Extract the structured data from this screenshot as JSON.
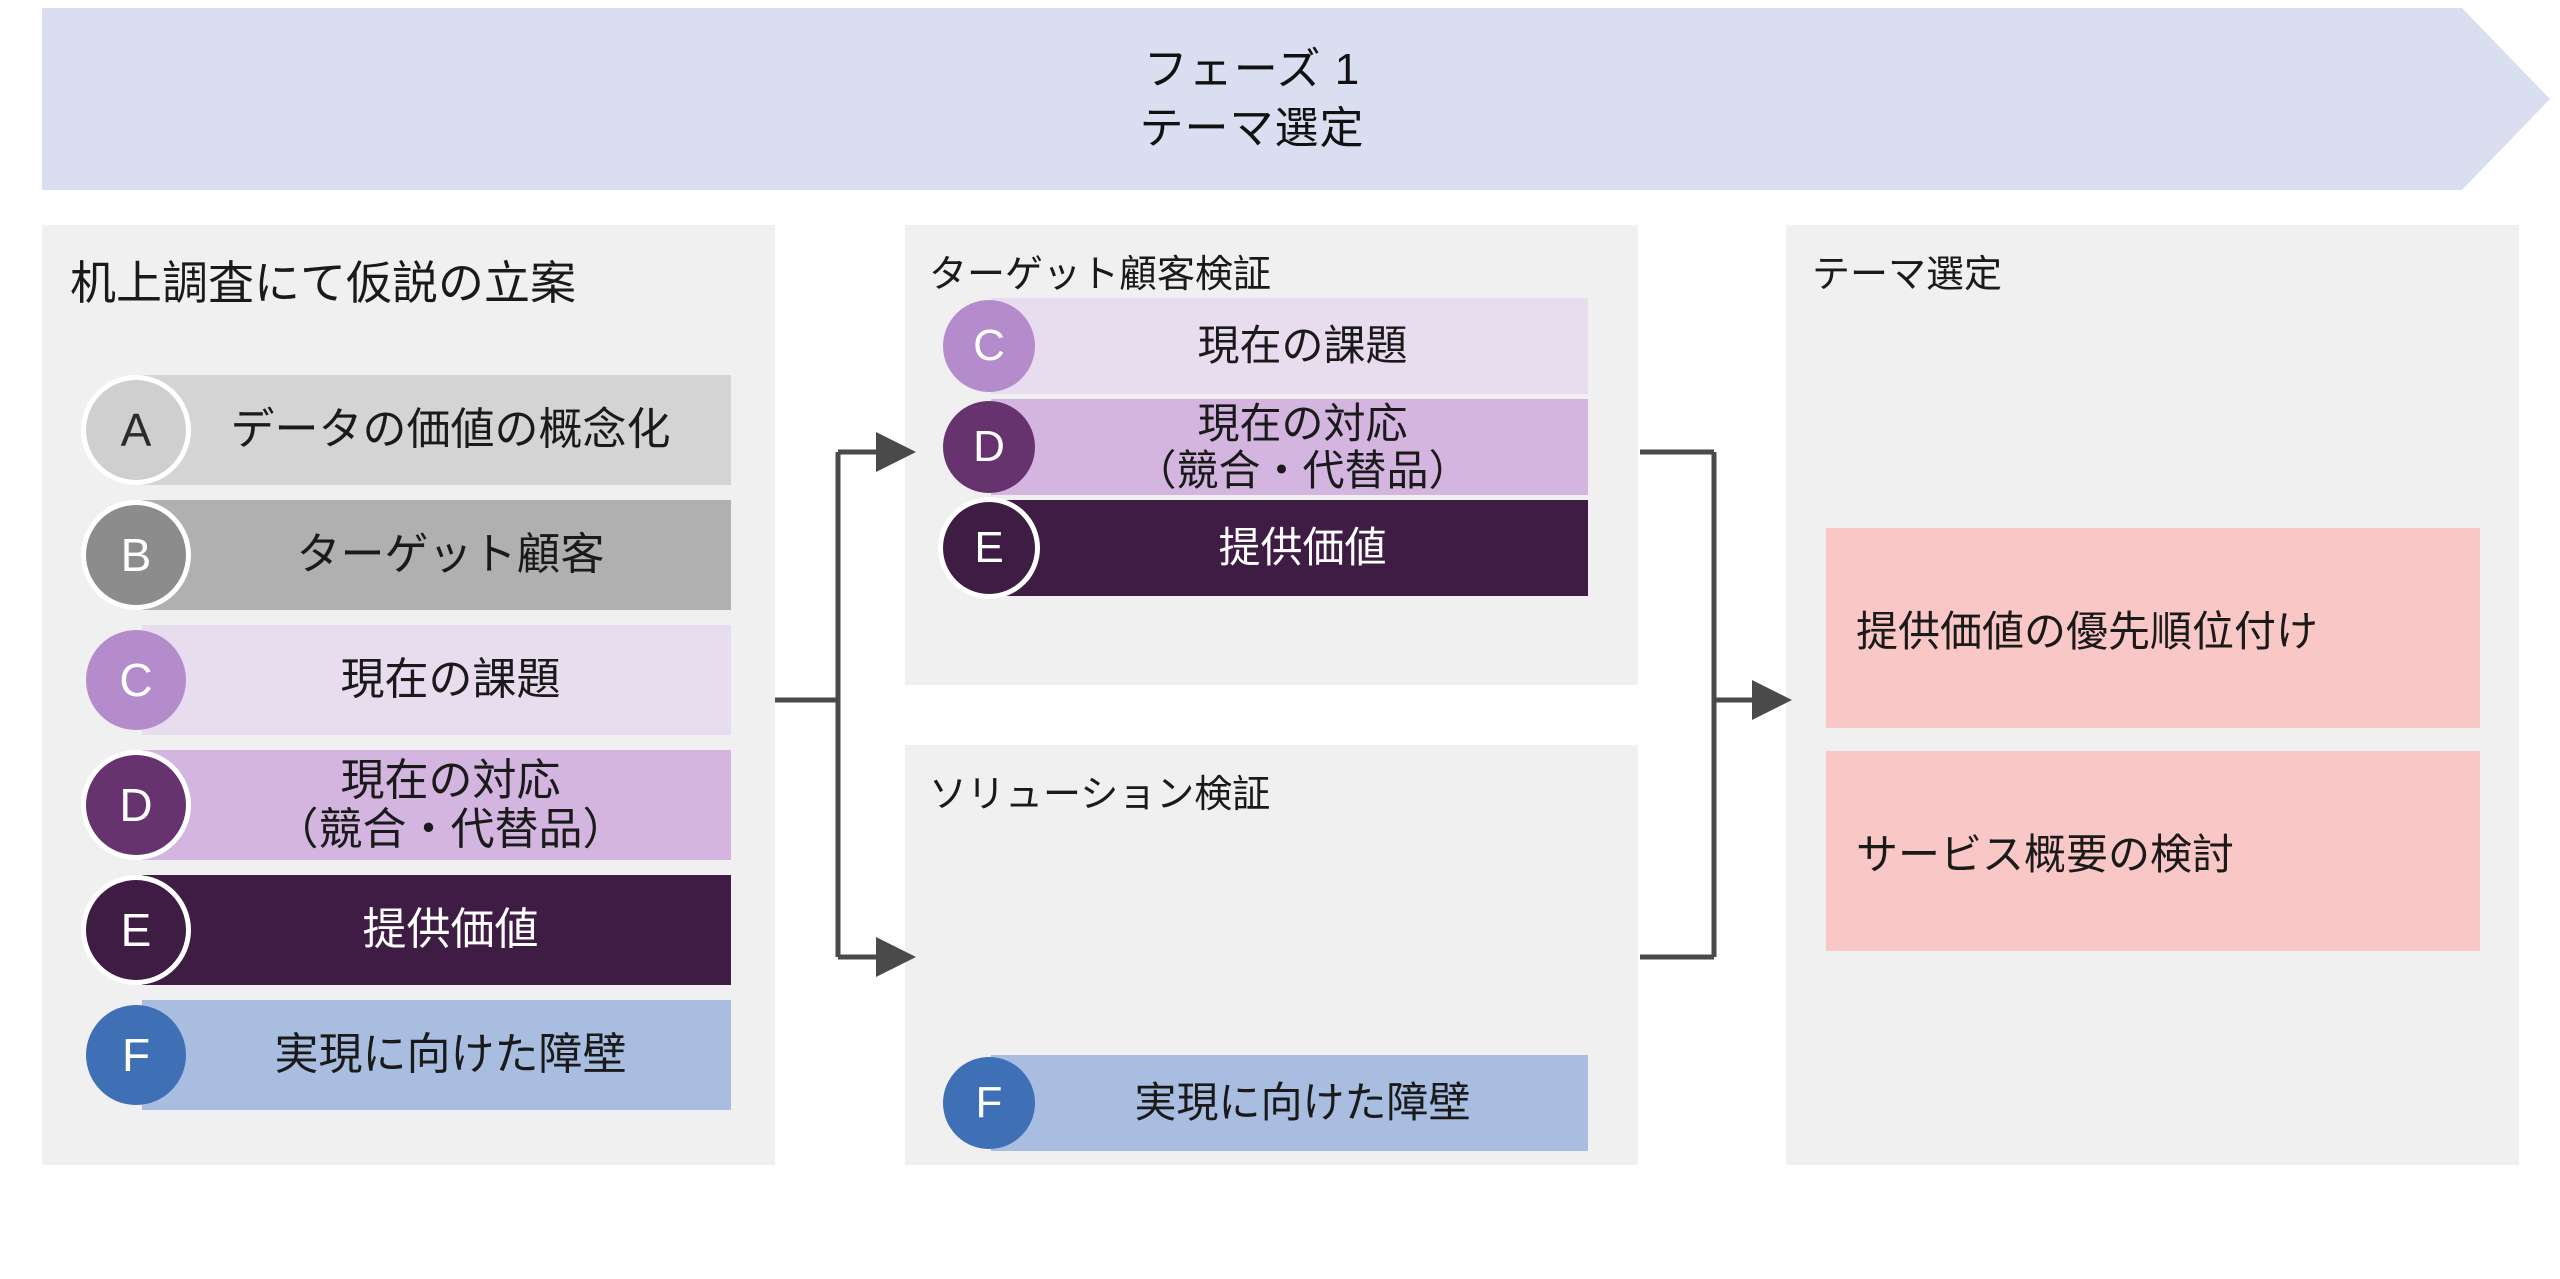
{
  "banner": {
    "phase_label": "フェーズ 1",
    "phase_name": "テーマ選定",
    "color": "#d9dff0"
  },
  "panels": {
    "desk_research": {
      "title": "机上調査にて仮説の立案",
      "steps": [
        {
          "key": "A",
          "label": "データの価値の概念化",
          "bar_color": "#d4d4d4",
          "badge_color": "#cfcfcf",
          "badge_text_color": "#2b2b2b",
          "label_color": "#1a1a1a",
          "ring": true
        },
        {
          "key": "B",
          "label": "ターゲット顧客",
          "bar_color": "#b0b0b0",
          "badge_color": "#8c8c8c",
          "badge_text_color": "#ffffff",
          "label_color": "#1a1a1a",
          "ring": true
        },
        {
          "key": "C",
          "label": "現在の課題",
          "bar_color": "#e8dcef",
          "badge_color": "#b48ccb",
          "badge_text_color": "#ffffff",
          "label_color": "#1a1a1a",
          "ring": false
        },
        {
          "key": "D",
          "label": "現在の対応\n（競合・代替品）",
          "bar_color": "#d3b5e0",
          "badge_color": "#66336e",
          "badge_text_color": "#ffffff",
          "label_color": "#1a1a1a",
          "ring": true
        },
        {
          "key": "E",
          "label": "提供価値",
          "bar_color": "#3f1c44",
          "badge_color": "#3f1c44",
          "badge_text_color": "#ffffff",
          "label_color": "#ffffff",
          "ring": true
        },
        {
          "key": "F",
          "label": "実現に向けた障壁",
          "bar_color": "#a8bde0",
          "badge_color": "#3f6fb5",
          "badge_text_color": "#ffffff",
          "label_color": "#1a1a1a",
          "ring": false
        }
      ]
    },
    "target_validation": {
      "title": "ターゲット顧客検証",
      "steps": [
        {
          "key": "C",
          "label": "現在の課題",
          "bar_color": "#e8dcef",
          "badge_color": "#b48ccb",
          "badge_text_color": "#ffffff",
          "label_color": "#1a1a1a",
          "ring": false
        },
        {
          "key": "D",
          "label": "現在の対応\n（競合・代替品）",
          "bar_color": "#d3b5e0",
          "badge_color": "#66336e",
          "badge_text_color": "#ffffff",
          "label_color": "#1a1a1a",
          "ring": false
        },
        {
          "key": "E",
          "label": "提供価値",
          "bar_color": "#3f1c44",
          "badge_color": "#3f1c44",
          "badge_text_color": "#ffffff",
          "label_color": "#ffffff",
          "ring": true
        }
      ]
    },
    "solution_validation": {
      "title": "ソリューション検証",
      "steps": [
        {
          "key": "F",
          "label": "実現に向けた障壁",
          "bar_color": "#a8bde0",
          "badge_color": "#3f6fb5",
          "badge_text_color": "#ffffff",
          "label_color": "#1a1a1a",
          "ring": false
        }
      ]
    },
    "theme_selection": {
      "title": "テーマ選定",
      "results": [
        {
          "label": "提供価値の優先順位付け",
          "color": "#fac7c7"
        },
        {
          "label": "サービス概要の検討",
          "color": "#fac7c7"
        }
      ]
    }
  },
  "connectors": {
    "line_color": "#4a4a4a",
    "left_branch_name": "desk-to-validation-connector",
    "right_merge_name": "validation-to-theme-connector"
  }
}
